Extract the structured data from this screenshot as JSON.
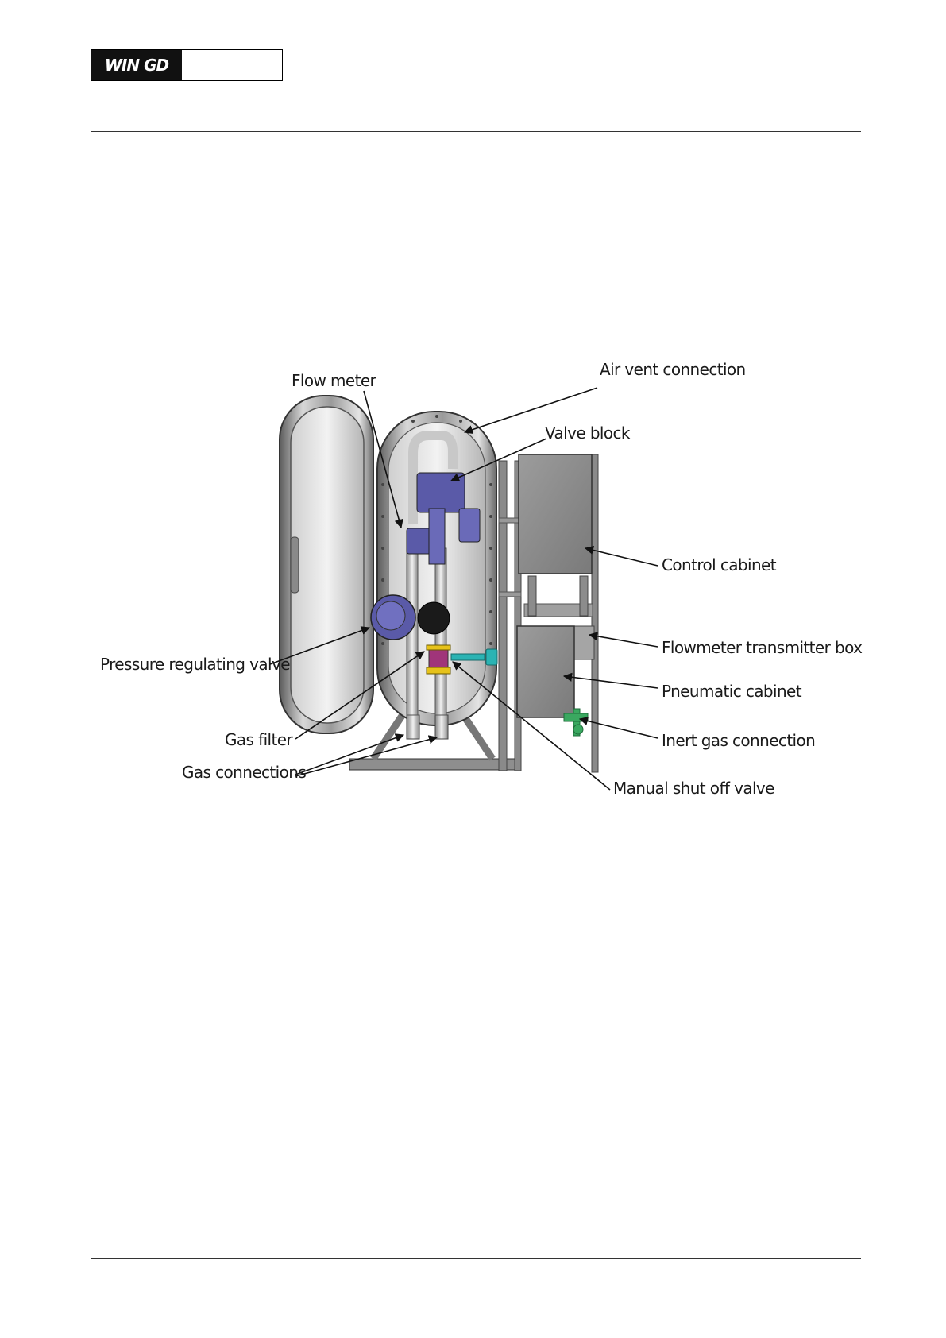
{
  "header": {
    "logo_text": "WIN GD"
  },
  "figure": {
    "labels": {
      "flow_meter": "Flow meter",
      "air_vent_connection": "Air vent connection",
      "valve_block": "Valve block",
      "control_cabinet": "Control cabinet",
      "flowmeter_transmitter_box": "Flowmeter transmitter box",
      "pressure_regulating_valve": "Pressure regulating valve",
      "pneumatic_cabinet": "Pneumatic cabinet",
      "gas_filter": "Gas filter",
      "inert_gas_connection": "Inert gas connection",
      "gas_connections": "Gas connections",
      "manual_shut_off_valve": "Manual shut off valve"
    },
    "colors": {
      "steel": "#9a9a9a",
      "valve_purple": "#5a5aa8",
      "filter_yellow": "#e6c21a",
      "filter_magenta": "#a0357a",
      "connector_teal": "#2bb3b3",
      "inert_green": "#3aa860"
    }
  }
}
